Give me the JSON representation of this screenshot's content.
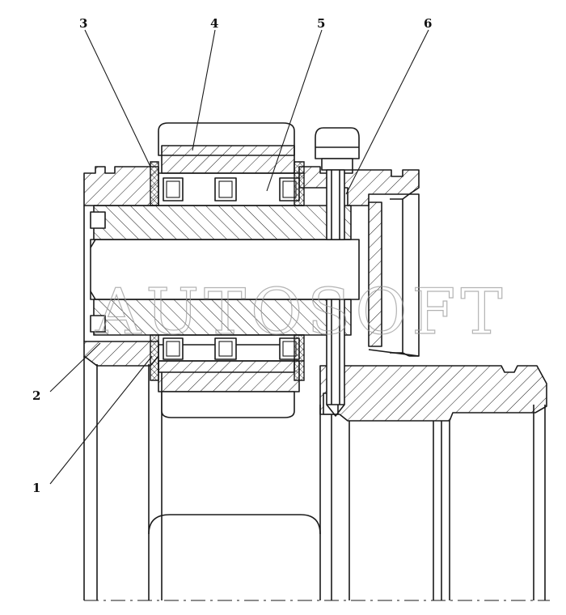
{
  "callouts": [
    {
      "id": "1",
      "label": "1"
    },
    {
      "id": "2",
      "label": "2"
    },
    {
      "id": "3",
      "label": "3"
    },
    {
      "id": "4",
      "label": "4"
    },
    {
      "id": "5",
      "label": "5"
    },
    {
      "id": "6",
      "label": "6"
    }
  ],
  "watermark": "AUTOSOFT"
}
